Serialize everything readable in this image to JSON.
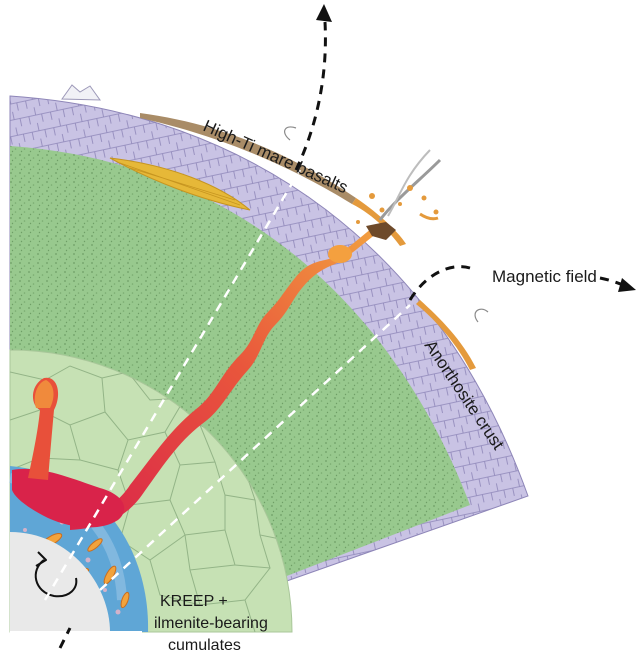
{
  "labels": {
    "high_ti_mare_basalts": "High-Ti mare basalts",
    "magnetic_field": "Magnetic field",
    "anorthosite_crust": "Anorthosite crust",
    "kreep_line1": "KREEP +",
    "kreep_line2": "ilmenite-bearing",
    "kreep_line3": "cumulates"
  },
  "colors": {
    "crust": "#c9c3e4",
    "crust_lines": "#8e86b8",
    "mantle": "#98c98e",
    "mantle_dots": "#6e9e66",
    "lower_mantle": "#c6e1b4",
    "lower_mantle_lines": "#93b487",
    "cumulate_layer": "#5fa6d6",
    "core": "#e9e9e9",
    "magma_red": "#d9234a",
    "magma_orange": "#f08a3c",
    "basalt_brown": "#a98c67",
    "basalt_orange": "#e49a3c",
    "yellow_lens": "#e6b838",
    "dashed_line": "#ffffff",
    "field_arrow": "#111111"
  }
}
